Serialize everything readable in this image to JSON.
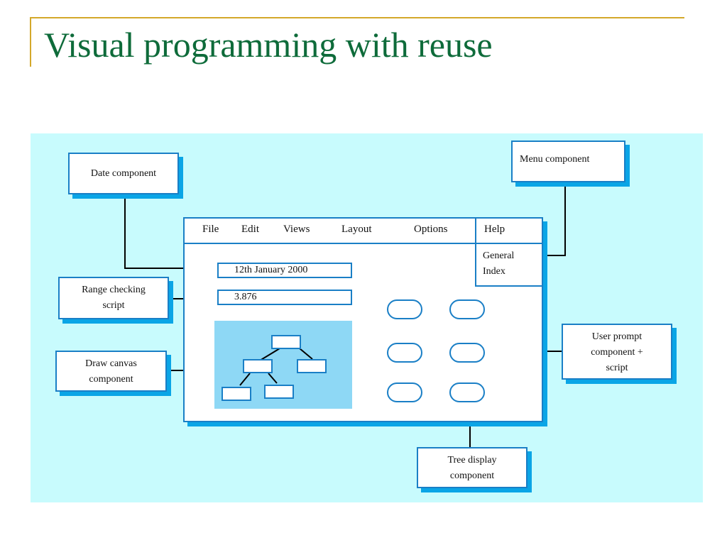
{
  "slide": {
    "title": "Visual programming with reuse"
  },
  "callouts": {
    "date_component": "Date component",
    "menu_component": "Menu component",
    "range_checking_line1": "Range checking",
    "range_checking_line2": "script",
    "draw_canvas_line1": "Draw canvas",
    "draw_canvas_line2": "component",
    "user_prompt_line1": "User prompt",
    "user_prompt_line2": "component +",
    "user_prompt_line3": "script",
    "tree_display_line1": "Tree display",
    "tree_display_line2": "component"
  },
  "app_window": {
    "menu": [
      "File",
      "Edit",
      "Views",
      "Layout",
      "Options",
      "Help"
    ],
    "help_menu_items": [
      "General",
      "Index"
    ],
    "date_field_value": "12th January 2000",
    "number_field_value": "3.876"
  },
  "colors": {
    "title": "#0e6b3a",
    "accent_rule": "#d4a82a",
    "background": "#c8fbfd",
    "border": "#1a7fc6",
    "shadow": "#0aa5e6",
    "canvas_fill": "#8ed8f5"
  }
}
